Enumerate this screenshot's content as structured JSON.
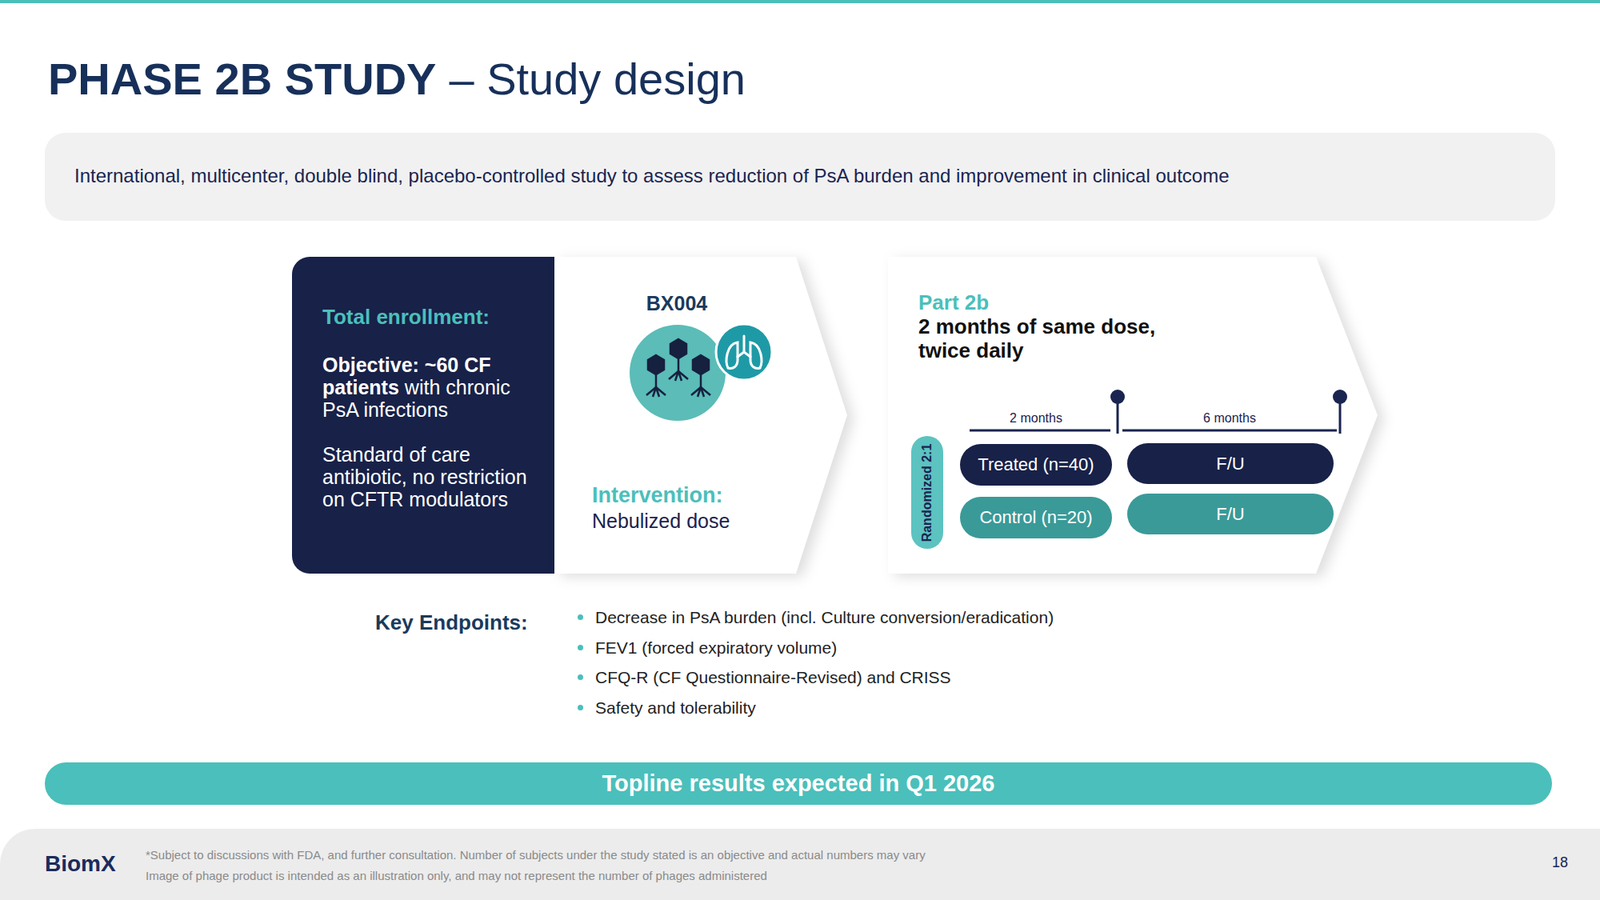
{
  "diagram": {
    "title": "PHASE 2B STUDY",
    "nodes": [
      {
        "text": [
          "International, multicenter, double blind, placebo-controlled study to assess reduction of PsA burden and improvement in clinical outcome"
        ]
      },
      {
        "text": [
          "Total enrollment:",
          "Objective: ~60 CF patients",
          "with chronic PsA infections",
          "Standard of care antibiotic, no restriction on CFTR modulators"
        ]
      },
      {
        "text": [
          "BX004",
          "Intervention:",
          "Nebulized dose"
        ]
      },
      {
        "text": [
          "Part 2b",
          "2 months of same dose, twice daily"
        ]
      },
      {
        "text": [
          "Randomized 2:1"
        ],
        "in": 3
      },
      {
        "text": [
          "Treated (n=40)"
        ],
        "in": 3
      },
      {
        "text": [
          "Control (n=20)"
        ],
        "in": 3
      },
      {
        "text": [
          "F/U"
        ],
        "in": 3
      },
      {
        "text": [
          "F/U"
        ],
        "in": 3
      },
      {
        "text": [
          "Topline results expected in Q1 2026"
        ]
      },
      {
        "text": [
          "BiomX",
          "*Subject to discussions with FDA, and further consultation. Number of subjects under the study stated is an objective and actual numbers may vary",
          "Image of phage product is intended as an illustration only, and may not represent the number of phages administered",
          "18"
        ]
      }
    ],
    "edges": [],
    "labels": [
      "– Study design",
      "2 months",
      "6 months",
      "Key Endpoints:",
      "Decrease in PsA burden (incl. Culture conversion/eradication)",
      "FEV1 (forced expiratory volume)",
      "CFQ-R (CF Questionnaire-Revised) and CRISS",
      "Safety and tolerability"
    ]
  }
}
